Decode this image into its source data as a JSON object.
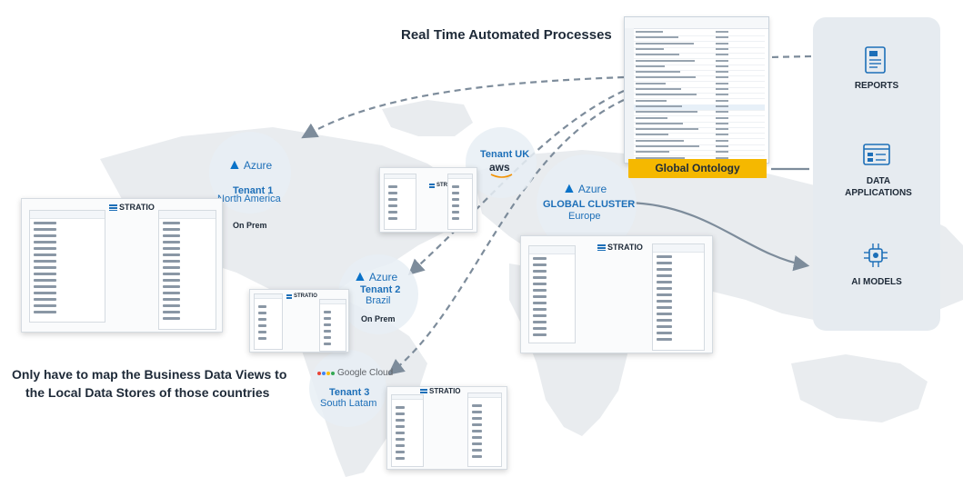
{
  "header": {
    "title": "Real Time Automated Processes"
  },
  "note": {
    "line1": "Only have to map the Business Data Views to",
    "line2": "the Local Data Stores of those countries"
  },
  "tenants": [
    {
      "title": "Tenant 1",
      "region": "North America",
      "provider": "Azure",
      "extra": "On Prem"
    },
    {
      "title": "Tenant 2",
      "region": "Brazil",
      "provider": "Azure",
      "extra": "On Prem"
    },
    {
      "title": "Tenant 3",
      "region": "South Latam",
      "provider": "Google Cloud"
    },
    {
      "title": "Tenant UK",
      "provider": "aws"
    }
  ],
  "global_cluster": {
    "title": "GLOBAL CLUSTER",
    "region": "Europe",
    "provider": "Azure"
  },
  "ontology": {
    "label": "Global Ontology"
  },
  "brand": {
    "name": "STRATIO"
  },
  "outputs": [
    {
      "label": "REPORTS",
      "icon": "report-icon"
    },
    {
      "label_line1": "DATA",
      "label_line2": "APPLICATIONS",
      "icon": "data-applications-icon"
    },
    {
      "label": "AI MODELS",
      "icon": "ai-chip-icon"
    }
  ],
  "colors": {
    "accent": "#1d6fb8",
    "ontology_badge": "#f5b800",
    "arrow": "#7d8c9b",
    "panel": "#e6ebf0"
  }
}
